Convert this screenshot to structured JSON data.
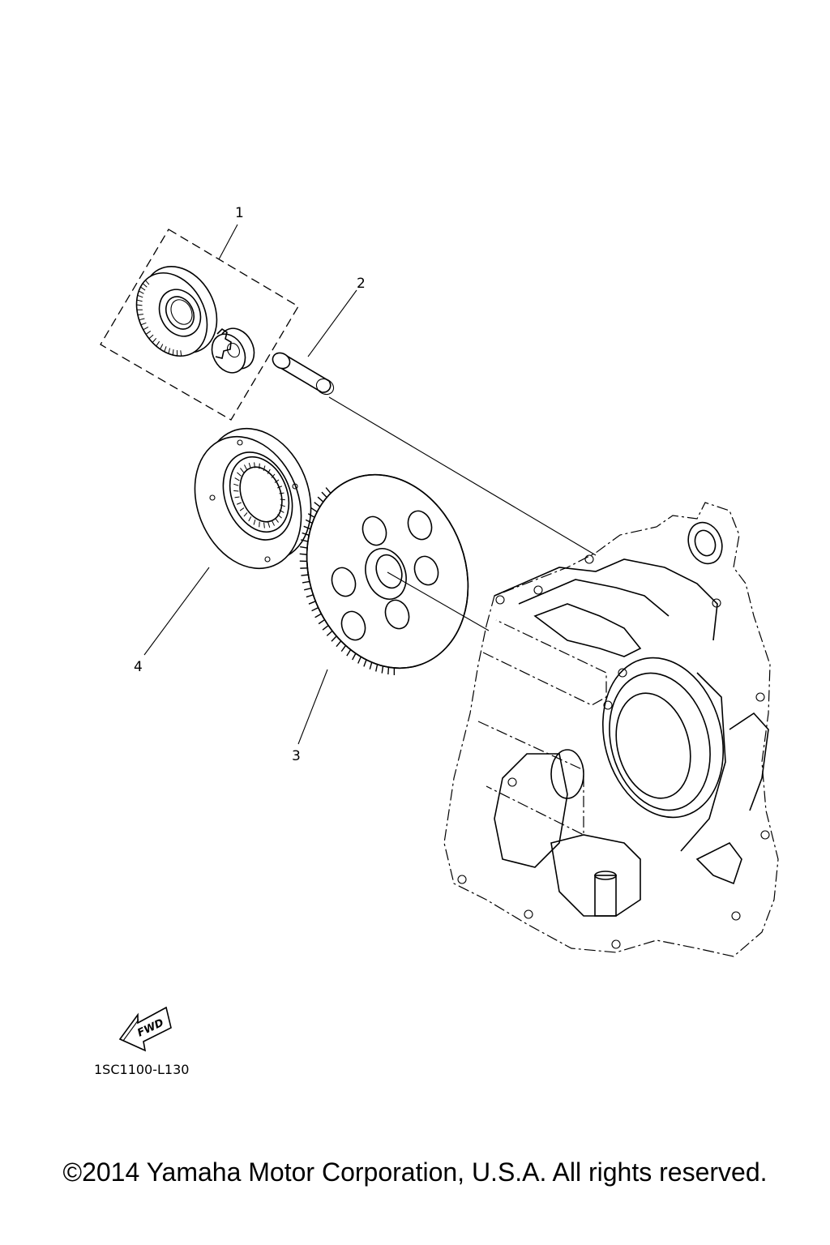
{
  "diagram": {
    "callouts": [
      {
        "id": "1",
        "label": "1"
      },
      {
        "id": "2",
        "label": "2"
      },
      {
        "id": "3",
        "label": "3"
      },
      {
        "id": "4",
        "label": "4"
      }
    ],
    "fwd_badge": "FWD",
    "drawing_code": "1SC1100-L130"
  },
  "footer": {
    "copyright": "©2014 Yamaha Motor Corporation, U.S.A. All rights reserved."
  }
}
